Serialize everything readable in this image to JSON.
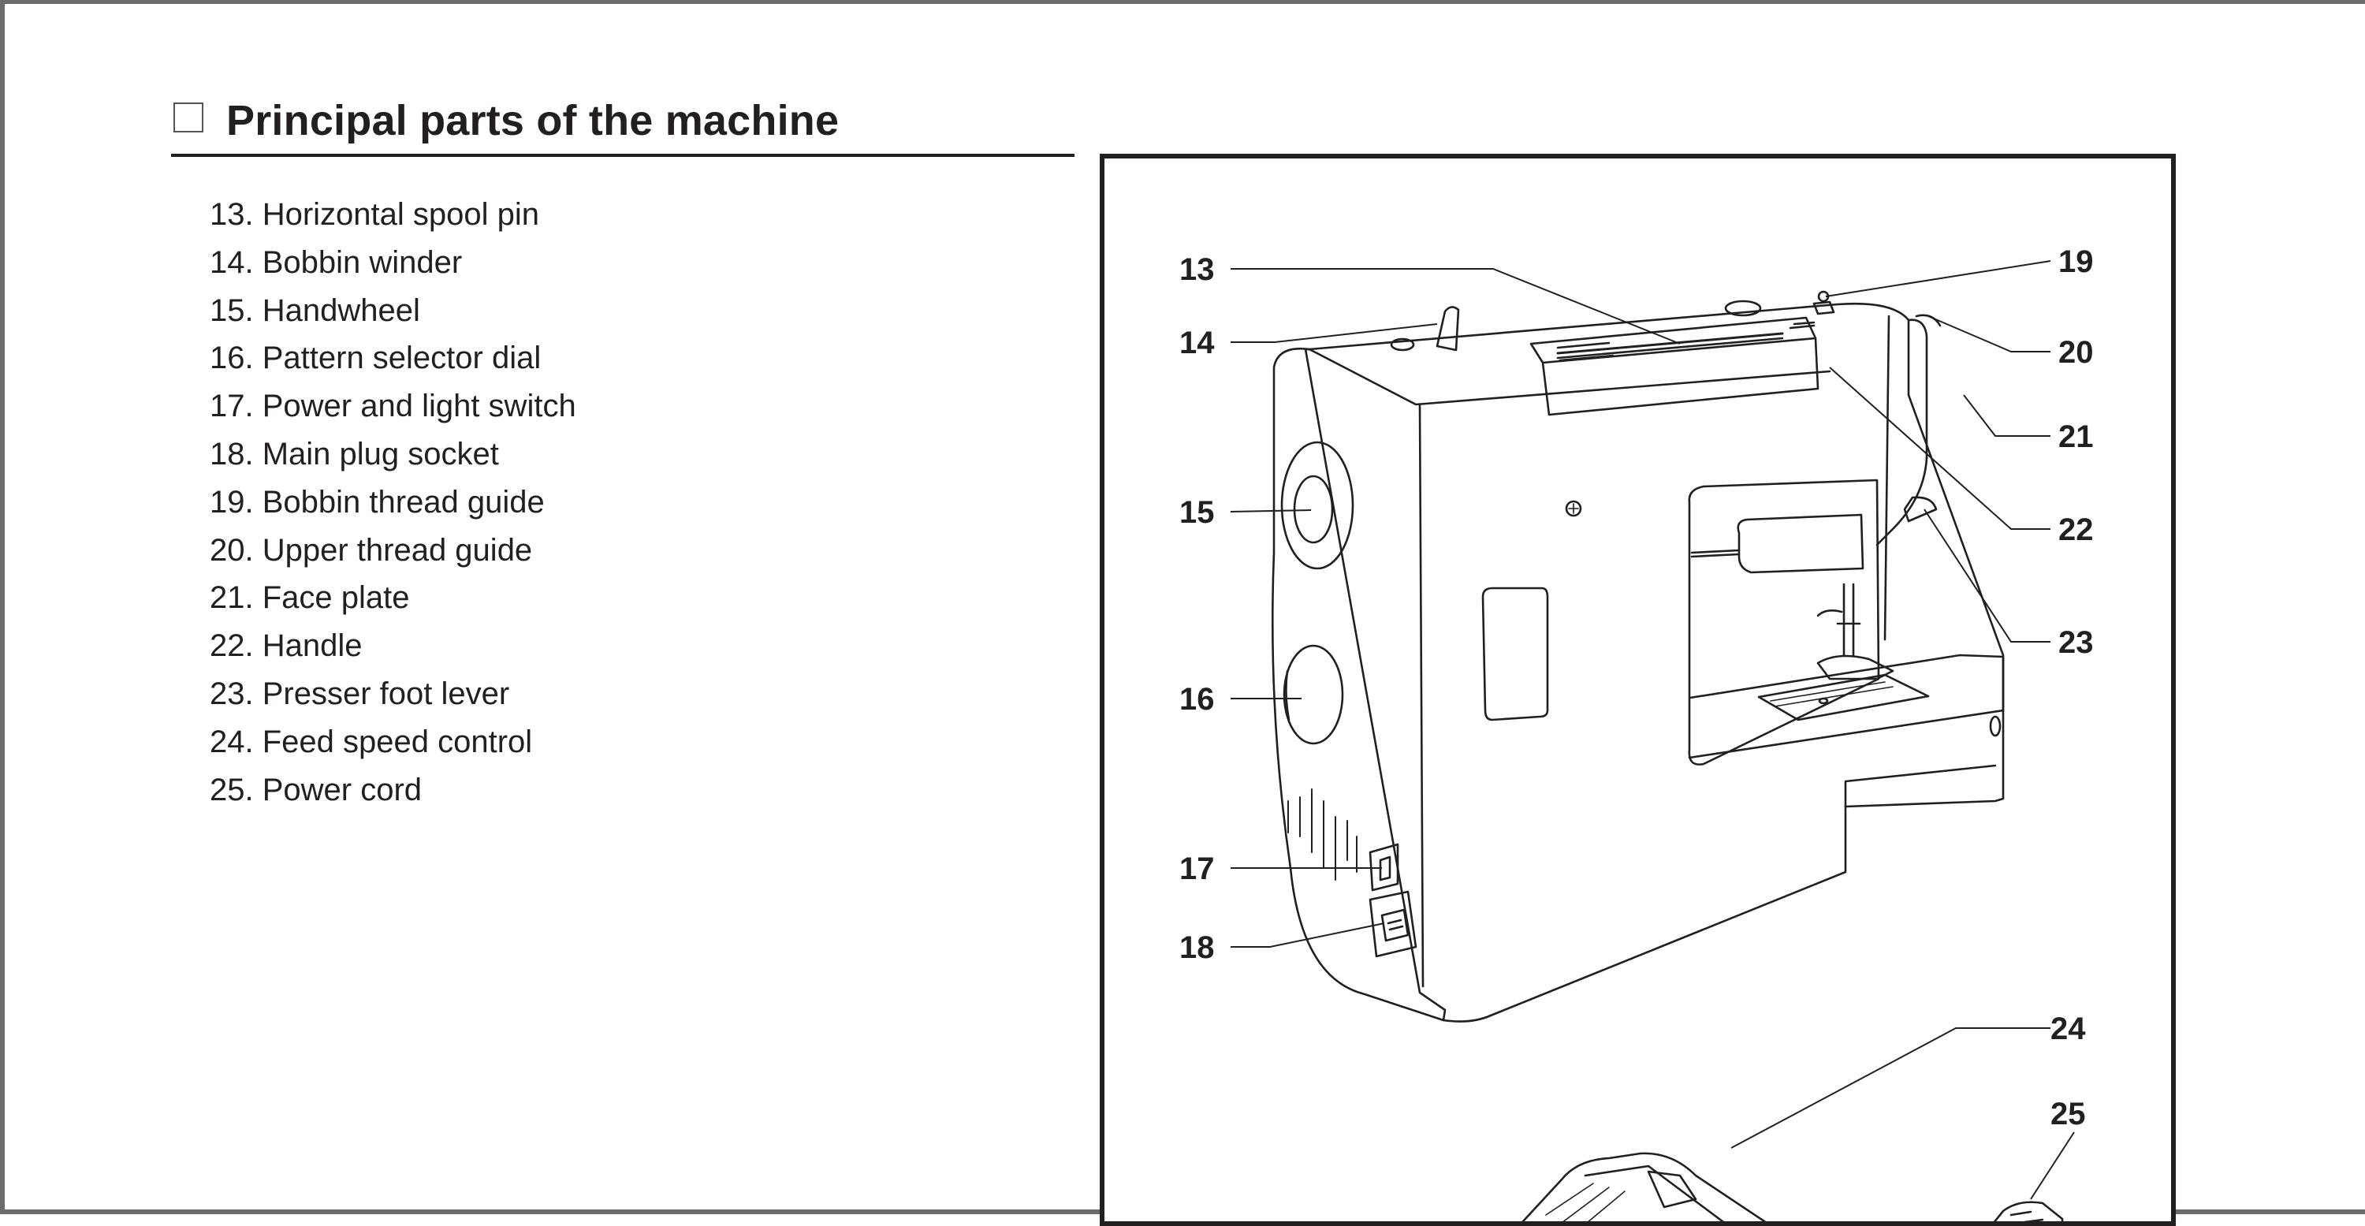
{
  "section": {
    "title": "Principal parts of the machine"
  },
  "parts": [
    {
      "number": "13",
      "label": "13. Horizontal spool pin"
    },
    {
      "number": "14",
      "label": "14. Bobbin winder"
    },
    {
      "number": "15",
      "label": "15. Handwheel"
    },
    {
      "number": "16",
      "label": "16. Pattern selector dial"
    },
    {
      "number": "17",
      "label": "17. Power and light switch"
    },
    {
      "number": "18",
      "label": "18. Main plug socket"
    },
    {
      "number": "19",
      "label": "19. Bobbin thread guide"
    },
    {
      "number": "20",
      "label": "20. Upper thread guide"
    },
    {
      "number": "21",
      "label": "21. Face plate"
    },
    {
      "number": "22",
      "label": "22. Handle"
    },
    {
      "number": "23",
      "label": "23. Presser foot lever"
    },
    {
      "number": "24",
      "label": "24. Feed speed control"
    },
    {
      "number": "25",
      "label": "25. Power cord"
    }
  ],
  "diagram": {
    "callouts": {
      "n13": "13",
      "n14": "14",
      "n15": "15",
      "n16": "16",
      "n17": "17",
      "n18": "18",
      "n19": "19",
      "n20": "20",
      "n21": "21",
      "n22": "22",
      "n23": "23",
      "n24": "24",
      "n25": "25"
    }
  }
}
